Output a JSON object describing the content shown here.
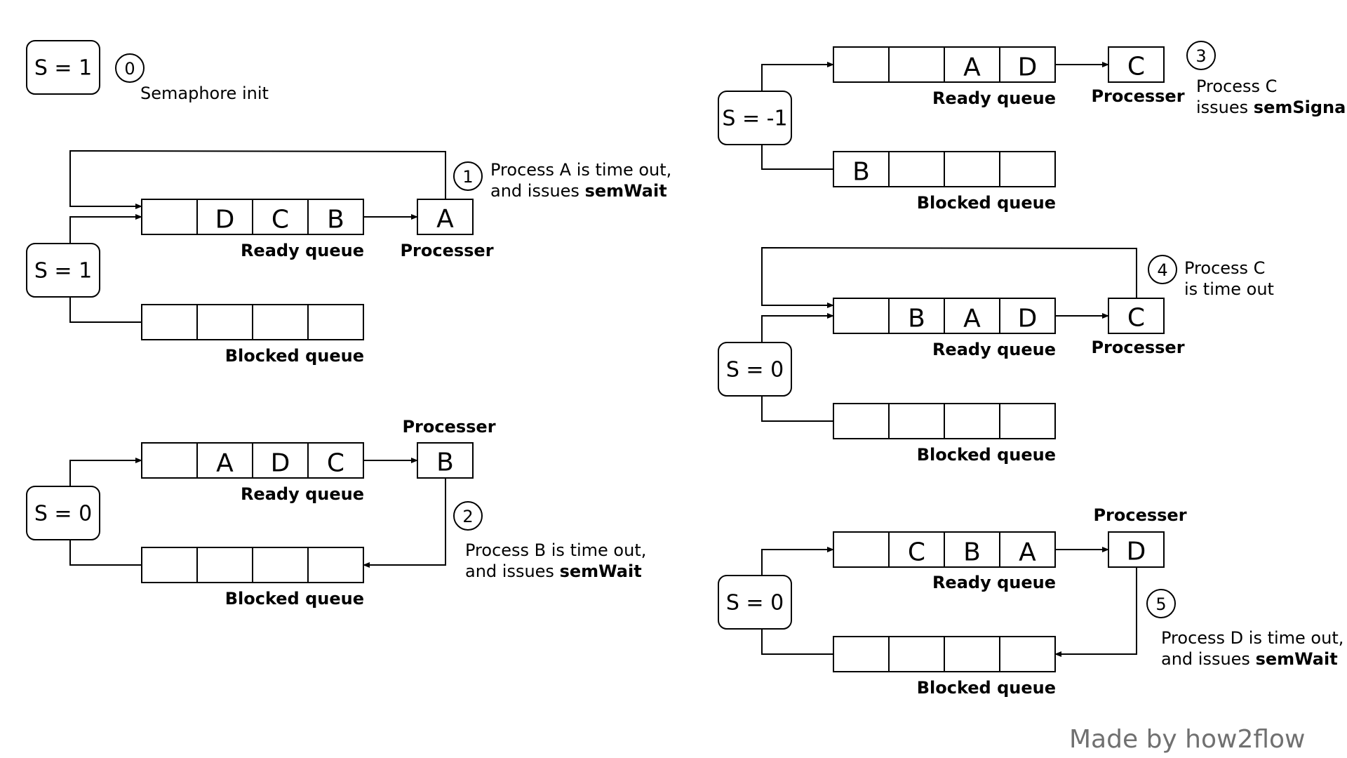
{
  "init": {
    "semaphore": "S = 1",
    "step": "0",
    "caption": "Semaphore init"
  },
  "labels": {
    "ready_queue": "Ready queue",
    "blocked_queue": "Blocked queue",
    "processor": "Processer"
  },
  "panels": [
    {
      "step": "1",
      "semaphore": "S = 1",
      "ready": [
        "",
        "D",
        "C",
        "B"
      ],
      "blocked": [
        "",
        "",
        "",
        ""
      ],
      "processor": "A",
      "desc": [
        {
          "text": "Process A is time out,",
          "bold": ""
        },
        {
          "text": "and issues ",
          "bold": "semWait"
        }
      ]
    },
    {
      "step": "2",
      "semaphore": "S = 0",
      "ready": [
        "",
        "A",
        "D",
        "C"
      ],
      "blocked": [
        "",
        "",
        "",
        ""
      ],
      "processor": "B",
      "desc": [
        {
          "text": "Process B is time out,",
          "bold": ""
        },
        {
          "text": "and issues ",
          "bold": "semWait"
        }
      ]
    },
    {
      "step": "3",
      "semaphore": "S = -1",
      "ready": [
        "",
        "",
        "A",
        "D"
      ],
      "blocked": [
        "B",
        "",
        "",
        ""
      ],
      "processor": "C",
      "desc": [
        {
          "text": "Process C",
          "bold": ""
        },
        {
          "text": "issues ",
          "bold": "semSignal"
        }
      ]
    },
    {
      "step": "4",
      "semaphore": "S = 0",
      "ready": [
        "",
        "B",
        "A",
        "D"
      ],
      "blocked": [
        "",
        "",
        "",
        ""
      ],
      "processor": "C",
      "desc": [
        {
          "text": "Process C",
          "bold": ""
        },
        {
          "text": "is time out",
          "bold": ""
        }
      ]
    },
    {
      "step": "5",
      "semaphore": "S = 0",
      "ready": [
        "",
        "C",
        "B",
        "A"
      ],
      "blocked": [
        "",
        "",
        "",
        ""
      ],
      "processor": "D",
      "desc": [
        {
          "text": "Process D is time out,",
          "bold": ""
        },
        {
          "text": "and issues ",
          "bold": "semWait"
        }
      ]
    }
  ],
  "watermark": "Made by how2flow"
}
